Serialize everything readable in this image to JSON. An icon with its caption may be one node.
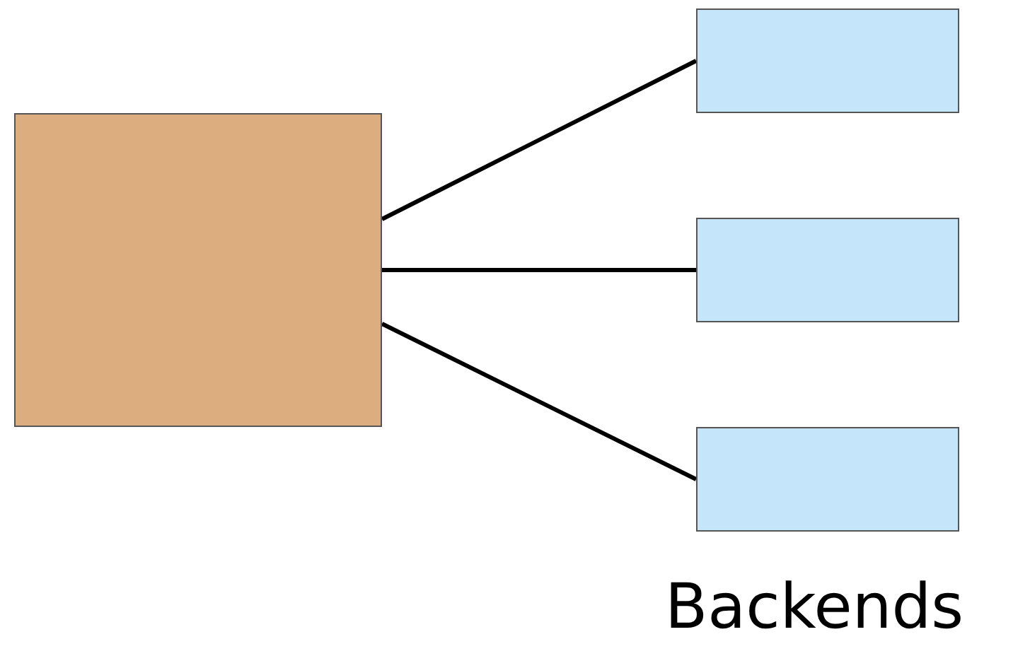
{
  "diagram": {
    "nodes": [
      {
        "text": [],
        "shape": "box"
      },
      {
        "text": [],
        "shape": "box"
      },
      {
        "text": [],
        "shape": "box"
      },
      {
        "text": [],
        "shape": "box"
      }
    ],
    "edges": [
      {
        "from": 0,
        "to": 1,
        "arrow": "none"
      },
      {
        "from": 0,
        "to": 2,
        "arrow": "none"
      },
      {
        "from": 0,
        "to": 3,
        "arrow": "none"
      }
    ],
    "labels": [
      "Backends"
    ]
  }
}
